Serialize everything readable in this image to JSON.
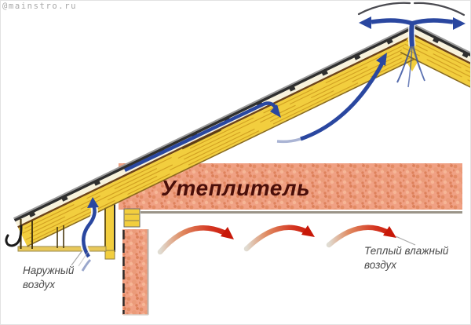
{
  "watermark": "@mainstro.ru",
  "diagram": {
    "title_hint": "roof-ventilation-cross-section",
    "insulation_label": "Утеплитель",
    "outside_air_label": {
      "line1": "Наружный",
      "line2": "воздух"
    },
    "warm_air_label": {
      "line1": "Теплый влажный",
      "line2": "воздух"
    }
  },
  "colors": {
    "roof_wood": "#f2ce3e",
    "roof_streak": "#c9941a",
    "roofing_dark": "#2f2f2f",
    "membrane": "#6e4418",
    "insulation": "#f0a184",
    "insulation_speckle": "#dd8560",
    "cold_air": "#2a47a0",
    "warm_air": "#cf1d10",
    "ceiling": "#9a9488",
    "label": "#4a4a4a",
    "insulation_label": "#4a0f0a",
    "watermark": "#a8a8a8"
  }
}
